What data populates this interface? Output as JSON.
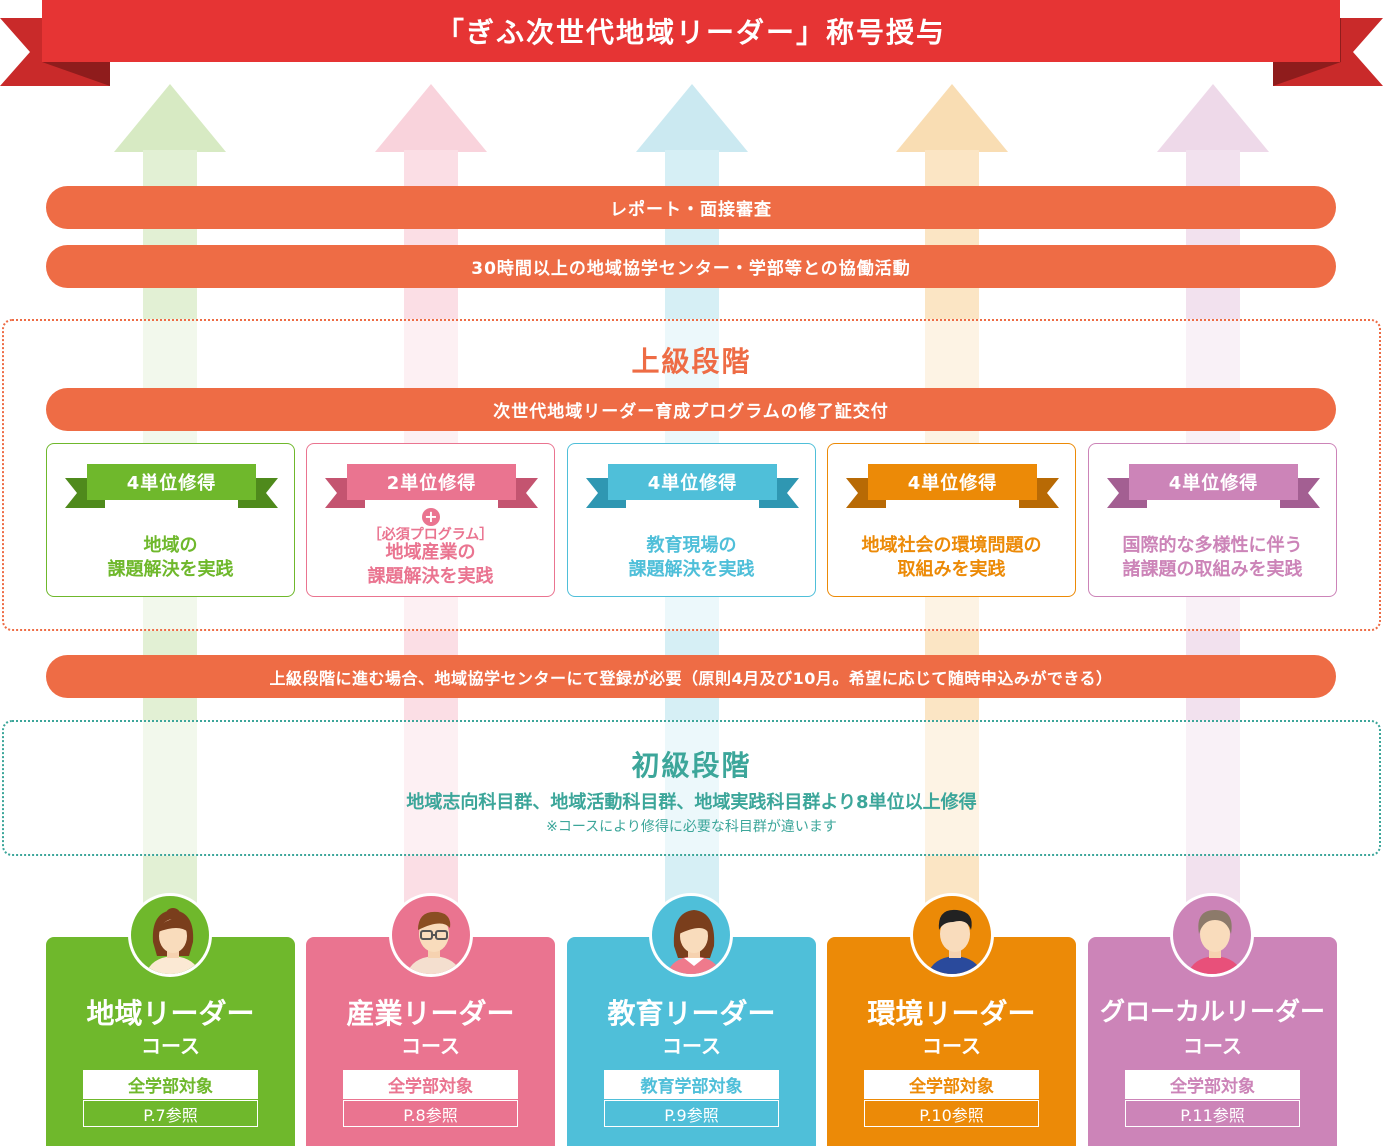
{
  "banner": {
    "title": "「ぎふ次世代地域リーダー」称号授与",
    "color": "#e63434"
  },
  "bars": {
    "review": "レポート・面接審査",
    "activity": "30時間以上の地域協学センター・学部等との協働活動",
    "certificate": "次世代地域リーダー育成プログラムの修了証交付",
    "registration": "上級段階に進む場合、地域協学センターにて登録が必要（原則4月及び10月。希望に応じて随時申込みができる）"
  },
  "advanced": {
    "title": "上級段階",
    "cards": [
      {
        "credit": "4単位修得",
        "line1": "地域の",
        "line2": "課題解決を実践",
        "color": "#6fb82c"
      },
      {
        "credit": "2単位修得",
        "plus": "+",
        "required": "［必須プログラム］",
        "line1": "地域産業の",
        "line2": "課題解決を実践",
        "color": "#ea7490"
      },
      {
        "credit": "4単位修得",
        "line1": "教育現場の",
        "line2": "課題解決を実践",
        "color": "#4fbfd9"
      },
      {
        "credit": "4単位修得",
        "line1": "地域社会の環境問題の",
        "line2": "取組みを実践",
        "color": "#ec8a07"
      },
      {
        "credit": "4単位修得",
        "line1": "国際的な多様性に伴う",
        "line2": "諸課題の取組みを実践",
        "color": "#cc84b8"
      }
    ]
  },
  "beginner": {
    "title": "初級段階",
    "main": "地域志向科目群、地域活動科目群、地域実践科目群より8単位以上修得",
    "note": "※コースにより修得に必要な科目群が違います"
  },
  "courses": [
    {
      "name": "地域リーダー",
      "sub": "コース",
      "target": "全学部対象",
      "ref": "P.7参照",
      "color": "#6fb82c",
      "avatar": "woman-icon"
    },
    {
      "name": "産業リーダー",
      "sub": "コース",
      "target": "全学部対象",
      "ref": "P.8参照",
      "color": "#ea7490",
      "avatar": "man-glasses-icon"
    },
    {
      "name": "教育リーダー",
      "sub": "コース",
      "target": "教育学部対象",
      "ref": "P.9参照",
      "color": "#4fbfd9",
      "avatar": "woman-icon"
    },
    {
      "name": "環境リーダー",
      "sub": "コース",
      "target": "全学部対象",
      "ref": "P.10参照",
      "color": "#ec8a07",
      "avatar": "man-icon"
    },
    {
      "name": "グローカルリーダー",
      "sub": "コース",
      "target": "全学部対象",
      "ref": "P.11参照",
      "color": "#cc84b8",
      "avatar": "person-icon"
    }
  ]
}
